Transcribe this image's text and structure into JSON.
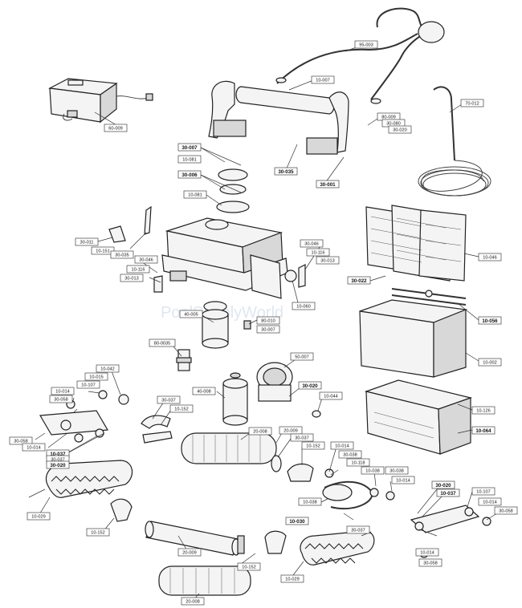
{
  "diagram": {
    "watermark": "PoolSupplyWorld",
    "labels": {
      "p60_009": "60-009",
      "p95_003": "95-003",
      "p10_007_handle": "10-007",
      "p70_012": "70-012",
      "p80_009": "80-009",
      "p30_080": "30-080",
      "p30_020_top": "30-020",
      "p30_035_top": "30-035",
      "p30_001": "30-001",
      "p30_007_a": "30-007",
      "p10_081_a": "10-081",
      "p30_006": "30-006",
      "p10_081_b": "10-081",
      "p30_011": "30-011",
      "p10_151": "10-151",
      "p30_035_l": "30-035",
      "p30_046_l": "30-046",
      "p10_116_l": "10-116",
      "p30_013_l": "30-013",
      "p30_046_r": "30-046",
      "p10_116_r": "10-116",
      "p30_013_r": "30-013",
      "p10_060": "10-060",
      "p10_046": "10-046",
      "p30_022": "30-022",
      "p10_056": "10-056",
      "p40_005": "40-005",
      "p80_010": "80-010",
      "p30_007_b": "30-007",
      "p80_0035": "80-0035",
      "p10_002": "10-002",
      "p50_007": "50-007",
      "p40_008": "40-008",
      "p30_020_mid": "30-020",
      "p10_044": "10-044",
      "p10_126": "10-126",
      "p10_064": "10-064",
      "p10_042": "10-042",
      "p10_015": "10-015",
      "p10_014_a": "10-014",
      "p10_107_l": "10-107",
      "p30_058_a": "30-058",
      "p30_037_top": "30-037",
      "p10_152_a": "10-152",
      "p30_058_b": "30-058",
      "p10_014_b": "10-014",
      "p10_037_l": "10-037",
      "p30_037_l": "30-037",
      "p30_020_l": "30-020",
      "p20_008_a": "20-008",
      "p20_009_a": "20-009",
      "p30_037_c": "30-037",
      "p10_152_b": "10-152",
      "p10_014_c": "10-014",
      "p30_038_a": "30-038",
      "p10_118": "10-118",
      "p10_038_a": "10-038",
      "p30_038_b": "30-038",
      "p10_014_d": "10-014",
      "p30_020_r": "30-020",
      "p10_037_r": "10-037",
      "p10_107_r": "10-107",
      "p10_014_e": "10-014",
      "p30_058_c": "30-058",
      "p10_038_b": "10-038",
      "p10_030": "10-030",
      "p30_037_b": "30-037",
      "p10_029_a": "10-029",
      "p10_152_c": "10-152",
      "p20_009_b": "20-009",
      "p10_152_d": "10-152",
      "p10_029_b": "10-029",
      "p10_014_f": "10-014",
      "p30_058_d": "30-058",
      "p20_008_b": "20-008"
    }
  }
}
